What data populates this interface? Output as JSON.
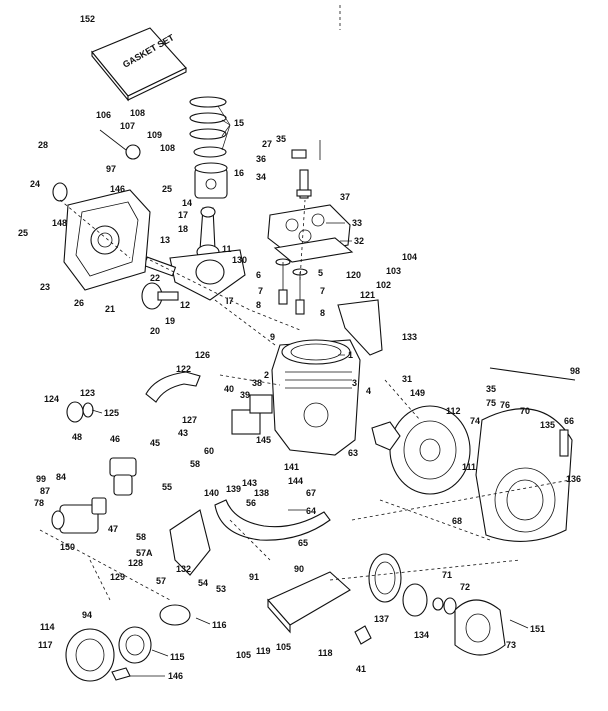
{
  "diagram": {
    "gasket_box_text": "GASKET SET",
    "labels": {
      "p152": "152",
      "p106": "106",
      "p108a": "108",
      "p107": "107",
      "p109": "109",
      "p108b": "108",
      "p97": "97",
      "p28": "28",
      "p24": "24",
      "p146": "146",
      "p25a": "25",
      "p148": "148",
      "p25b": "25",
      "p23": "23",
      "p26": "26",
      "p15": "15",
      "p16": "16",
      "p14": "14",
      "p17": "17",
      "p18": "18",
      "p13": "13",
      "p11": "11",
      "p130": "130",
      "p22": "22",
      "p12": "12",
      "p21": "21",
      "p19": "19",
      "p20": "20",
      "p7a": "i7",
      "p27": "27",
      "p35a": "35",
      "p36": "36",
      "p34": "34",
      "p37": "37",
      "p33": "33",
      "p32": "32",
      "p6": "6",
      "p5": "5",
      "p7b": "7",
      "p7c": "7",
      "p8a": "8",
      "p8b": "8",
      "p9": "9",
      "p120": "120",
      "p104": "104",
      "p103": "103",
      "p102": "102",
      "p121": "121",
      "p133": "133",
      "p1": "1",
      "p126": "126",
      "p122": "122",
      "p124": "124",
      "p123": "123",
      "p125": "125",
      "p127": "127",
      "p40": "40",
      "p38": "38",
      "p2": "2",
      "p39": "39",
      "p3": "3",
      "p4": "4",
      "p31": "31",
      "p149": "149",
      "p43": "43",
      "p48": "48",
      "p46": "46",
      "p45": "45",
      "p60": "60",
      "p58a": "58",
      "p145": "145",
      "p141": "141",
      "p63": "63",
      "p84": "84",
      "p140": "140",
      "p139": "139",
      "p143": "143",
      "p138": "138",
      "p144": "144",
      "p67": "67",
      "p99": "99",
      "p87": "87",
      "p78": "78",
      "p47": "47",
      "p55": "55",
      "p150": "150",
      "p58b": "58",
      "p64": "64",
      "p56": "56",
      "p57A": "57A",
      "p128": "128",
      "p129": "129",
      "p132": "132",
      "p65": "65",
      "p57": "57",
      "p54": "54",
      "p53": "53",
      "p98": "98",
      "p35b": "35",
      "p75": "75",
      "p76": "76",
      "p70": "70",
      "p112": "112",
      "p74": "74",
      "p135": "135",
      "p66": "66",
      "p111": "111",
      "p136": "136",
      "p68": "68",
      "p91": "91",
      "p90": "90",
      "p137": "137",
      "p71": "71",
      "p72": "72",
      "p94": "94",
      "p116": "116",
      "p114": "114",
      "p117": "117",
      "p115": "115",
      "p134": "134",
      "p151": "151",
      "p73": "73",
      "p105a": "105",
      "p119": "119",
      "p105b": "105",
      "p118": "118",
      "p41": "41",
      "p146b": "146"
    }
  }
}
